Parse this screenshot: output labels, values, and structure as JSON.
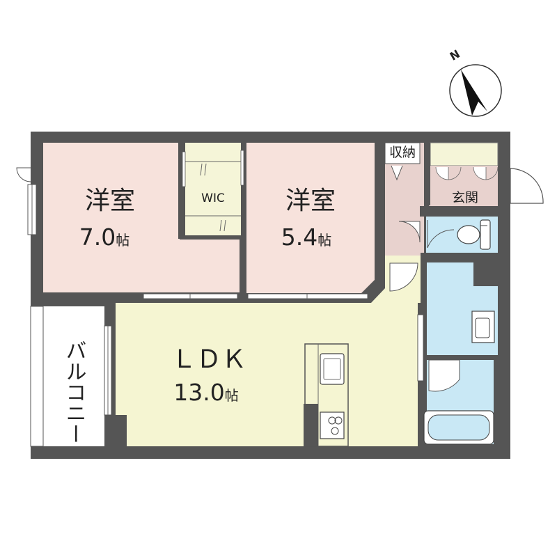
{
  "rooms": {
    "western_room_1": {
      "name": "洋室",
      "size_num": "7.0",
      "size_unit": "帖"
    },
    "western_room_2": {
      "name": "洋室",
      "size_num": "5.4",
      "size_unit": "帖"
    },
    "ldk": {
      "name": "ＬＤＫ",
      "size_num": "13.0",
      "size_unit": "帖"
    },
    "wic": {
      "name": "WIC"
    },
    "storage": {
      "name": "収納"
    },
    "entrance": {
      "name": "玄関"
    },
    "balcony": {
      "name": "バルコニー"
    }
  },
  "compass": {
    "letter": "N"
  },
  "colors": {
    "bedroom": "#f7e2dc",
    "ldk": "#f5f5d2",
    "wet_area": "#c9e8f5",
    "storage": "#e8d2ce",
    "wic": "#f5f5d8",
    "wall": "#555555"
  }
}
